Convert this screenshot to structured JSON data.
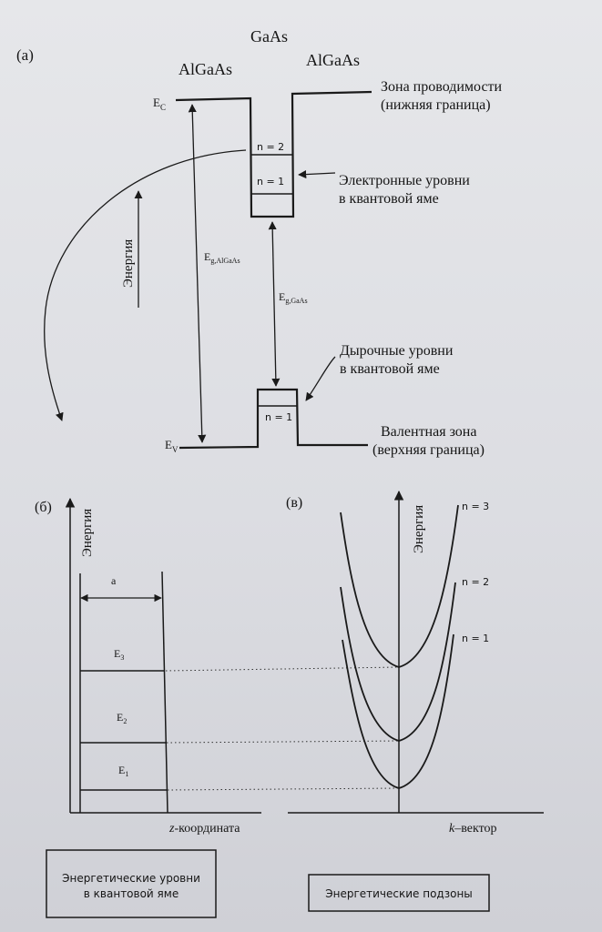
{
  "panel_a": {
    "label": "(а)",
    "gaas": "GaAs",
    "algaas_left": "AlGaAs",
    "algaas_right": "AlGaAs",
    "ec": "E",
    "ec_sub": "C",
    "ev": "E",
    "ev_sub": "V",
    "conduction_line1": "Зона проводимости",
    "conduction_line2": "(нижняя граница)",
    "n2": "n = 2",
    "n1": "n = 1",
    "electron_line1": "Электронные уровни",
    "electron_line2": "в квантовой яме",
    "energy": "Энергия",
    "eg_algaas": "E",
    "eg_algaas_sub": "g,AlGaAs",
    "eg_gaas": "E",
    "eg_gaas_sub": "g,GaAs",
    "hole_line1": "Дырочные уровни",
    "hole_line2": "в квантовой яме",
    "hole_n1": "n = 1",
    "valence_line1": "Валентная зона",
    "valence_line2": "(верхняя граница)"
  },
  "panel_b": {
    "label": "(б)",
    "energy": "Энергия",
    "width": "a",
    "e3": "E",
    "e3_sub": "3",
    "e2": "E",
    "e2_sub": "2",
    "e1": "E",
    "e1_sub": "1",
    "z_italic": "z",
    "z_rest": "-координата",
    "caption_line1": "Энергетические уровни",
    "caption_line2": "в квантовой яме"
  },
  "panel_c": {
    "label": "(в)",
    "energy": "Энергия",
    "n3": "n = 3",
    "n2": "n = 2",
    "n1": "n = 1",
    "k_italic": "k",
    "k_rest": "–вектор",
    "caption": "Энергетические подзоны"
  },
  "colors": {
    "ink": "#1a1a1a",
    "paper": "#e2e3e7"
  }
}
